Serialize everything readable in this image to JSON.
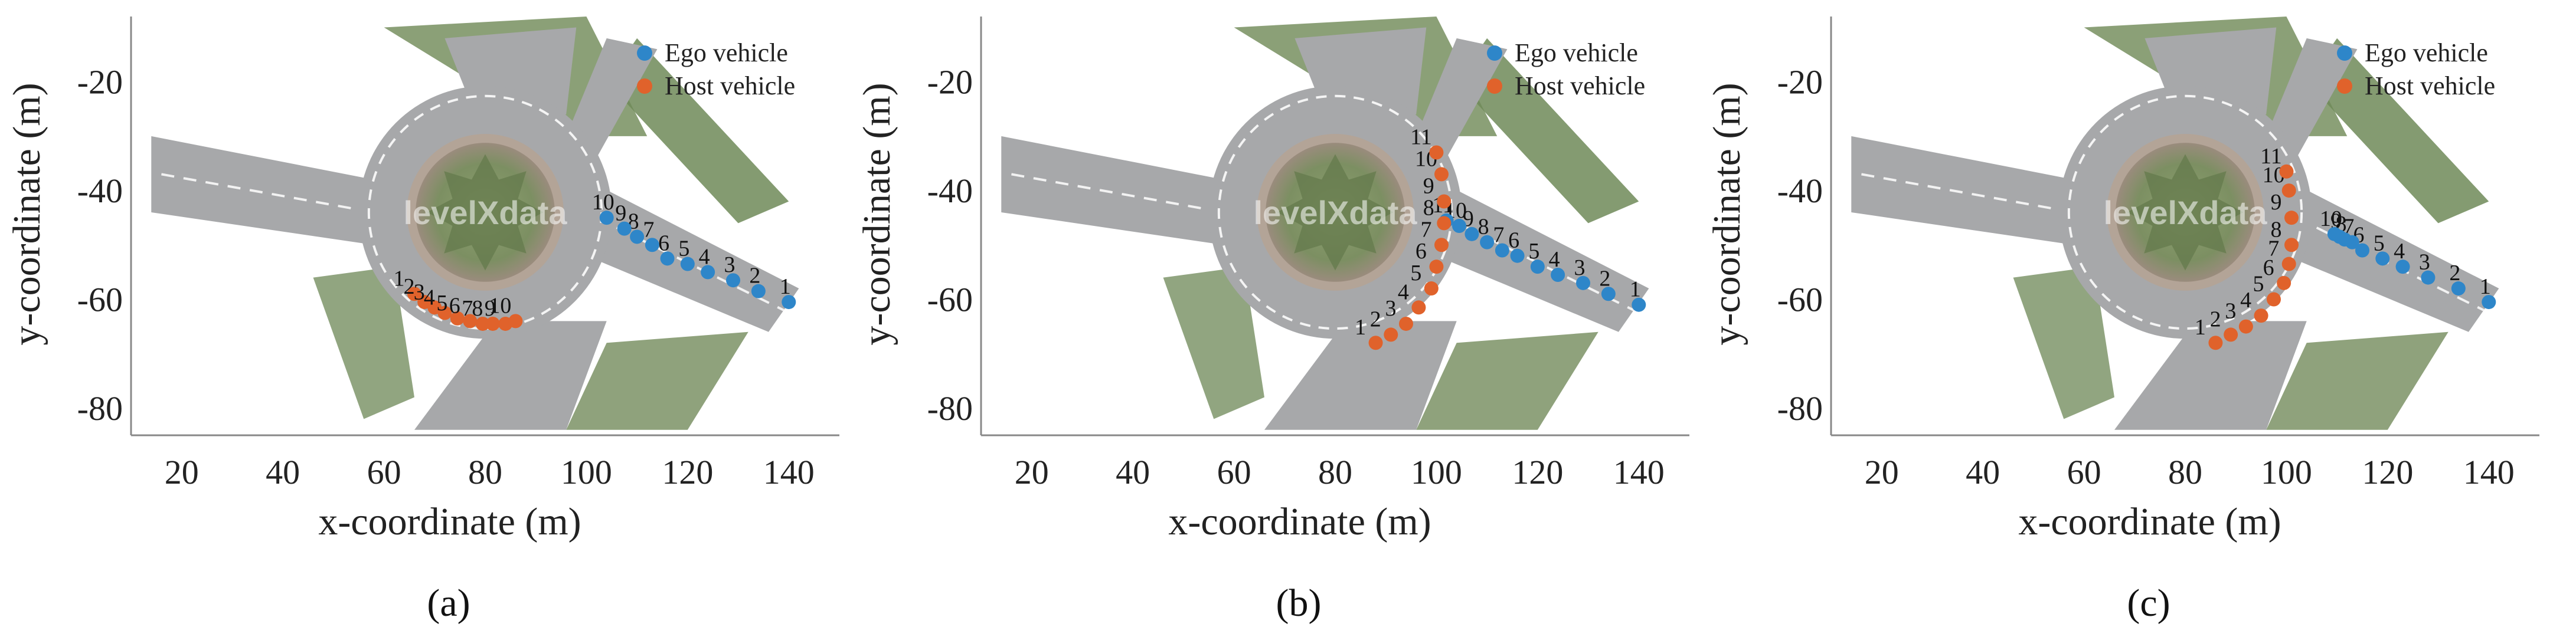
{
  "chart_data": [
    {
      "type": "scatter",
      "caption": "(a)",
      "xlabel": "x-coordinate (m)",
      "ylabel": "y-coordinate (m)",
      "xlim": [
        10,
        150
      ],
      "ylim": [
        -85,
        -8
      ],
      "xticks": [
        20,
        40,
        60,
        80,
        100,
        120,
        140
      ],
      "yticks": [
        -20,
        -40,
        -60,
        -80
      ],
      "legend_position": "top-right",
      "background": "roundabout aerial map",
      "watermark": "levelXdata",
      "series": [
        {
          "name": "Ego vehicle",
          "color": "#2e86c9",
          "points": [
            {
              "label": "1",
              "x": 140,
              "y": -60.5
            },
            {
              "label": "2",
              "x": 134,
              "y": -58.5
            },
            {
              "label": "3",
              "x": 129,
              "y": -56.5
            },
            {
              "label": "4",
              "x": 124,
              "y": -55
            },
            {
              "label": "5",
              "x": 120,
              "y": -53.5
            },
            {
              "label": "6",
              "x": 116,
              "y": -52.5
            },
            {
              "label": "7",
              "x": 113,
              "y": -50
            },
            {
              "label": "8",
              "x": 110,
              "y": -48.5
            },
            {
              "label": "9",
              "x": 107.5,
              "y": -47
            },
            {
              "label": "10",
              "x": 104,
              "y": -45
            }
          ]
        },
        {
          "name": "Host vehicle",
          "color": "#e0622b",
          "points": [
            {
              "label": "1",
              "x": 66,
              "y": -59
            },
            {
              "label": "2",
              "x": 68,
              "y": -60.5
            },
            {
              "label": "3",
              "x": 70,
              "y": -61.5
            },
            {
              "label": "4",
              "x": 72,
              "y": -62.5
            },
            {
              "label": "5",
              "x": 74.5,
              "y": -63.5
            },
            {
              "label": "6",
              "x": 77,
              "y": -64
            },
            {
              "label": "7",
              "x": 79.5,
              "y": -64.5
            },
            {
              "label": "8",
              "x": 81.5,
              "y": -64.5
            },
            {
              "label": "9",
              "x": 84,
              "y": -64.5
            },
            {
              "label": "10",
              "x": 86,
              "y": -64
            }
          ]
        }
      ]
    },
    {
      "type": "scatter",
      "caption": "(b)",
      "xlabel": "x-coordinate (m)",
      "ylabel": "y-coordinate (m)",
      "xlim": [
        10,
        150
      ],
      "ylim": [
        -85,
        -8
      ],
      "xticks": [
        20,
        40,
        60,
        80,
        100,
        120,
        140
      ],
      "yticks": [
        -20,
        -40,
        -60,
        -80
      ],
      "legend_position": "top-right",
      "background": "roundabout aerial map",
      "watermark": "levelXdata",
      "series": [
        {
          "name": "Ego vehicle",
          "color": "#2e86c9",
          "points": [
            {
              "label": "1",
              "x": 140,
              "y": -61
            },
            {
              "label": "2",
              "x": 134,
              "y": -59
            },
            {
              "label": "3",
              "x": 129,
              "y": -57
            },
            {
              "label": "4",
              "x": 124,
              "y": -55.5
            },
            {
              "label": "5",
              "x": 120,
              "y": -54
            },
            {
              "label": "6",
              "x": 116,
              "y": -52
            },
            {
              "label": "7",
              "x": 113,
              "y": -51
            },
            {
              "label": "8",
              "x": 110,
              "y": -49.5
            },
            {
              "label": "9",
              "x": 107,
              "y": -48
            },
            {
              "label": "10",
              "x": 104.5,
              "y": -46.5
            },
            {
              "label": "11",
              "x": 102,
              "y": -45.5
            }
          ]
        },
        {
          "name": "Host vehicle",
          "color": "#e0622b",
          "points": [
            {
              "label": "1",
              "x": 88,
              "y": -68
            },
            {
              "label": "2",
              "x": 91,
              "y": -66.5
            },
            {
              "label": "3",
              "x": 94,
              "y": -64.5
            },
            {
              "label": "4",
              "x": 96.5,
              "y": -61.5
            },
            {
              "label": "5",
              "x": 99,
              "y": -58
            },
            {
              "label": "6",
              "x": 100,
              "y": -54
            },
            {
              "label": "7",
              "x": 101,
              "y": -50
            },
            {
              "label": "8",
              "x": 101.5,
              "y": -46
            },
            {
              "label": "9",
              "x": 101.5,
              "y": -42
            },
            {
              "label": "10",
              "x": 101,
              "y": -37
            },
            {
              "label": "11",
              "x": 100,
              "y": -33
            }
          ]
        }
      ]
    },
    {
      "type": "scatter",
      "caption": "(c)",
      "xlabel": "x-coordinate (m)",
      "ylabel": "y-coordinate (m)",
      "xlim": [
        10,
        150
      ],
      "ylim": [
        -85,
        -8
      ],
      "xticks": [
        20,
        40,
        60,
        80,
        100,
        120,
        140
      ],
      "yticks": [
        -20,
        -40,
        -60,
        -80
      ],
      "legend_position": "top-right",
      "background": "roundabout aerial map",
      "watermark": "levelXdata",
      "series": [
        {
          "name": "Ego vehicle",
          "color": "#2e86c9",
          "points": [
            {
              "label": "1",
              "x": 140,
              "y": -60.5
            },
            {
              "label": "2",
              "x": 134,
              "y": -58
            },
            {
              "label": "3",
              "x": 128,
              "y": -56
            },
            {
              "label": "4",
              "x": 123,
              "y": -54
            },
            {
              "label": "5",
              "x": 119,
              "y": -52.5
            },
            {
              "label": "6",
              "x": 115,
              "y": -51
            },
            {
              "label": "7",
              "x": 113,
              "y": -49.5
            },
            {
              "label": "8",
              "x": 111.5,
              "y": -49
            },
            {
              "label": "9",
              "x": 110.5,
              "y": -48.5
            },
            {
              "label": "10",
              "x": 109.5,
              "y": -48
            }
          ]
        },
        {
          "name": "Host vehicle",
          "color": "#e0622b",
          "points": [
            {
              "label": "1",
              "x": 86,
              "y": -68
            },
            {
              "label": "2",
              "x": 89,
              "y": -66.5
            },
            {
              "label": "3",
              "x": 92,
              "y": -65
            },
            {
              "label": "4",
              "x": 95,
              "y": -63
            },
            {
              "label": "5",
              "x": 97.5,
              "y": -60
            },
            {
              "label": "6",
              "x": 99.5,
              "y": -57
            },
            {
              "label": "7",
              "x": 100.5,
              "y": -53.5
            },
            {
              "label": "8",
              "x": 101,
              "y": -50
            },
            {
              "label": "9",
              "x": 101,
              "y": -45
            },
            {
              "label": "10",
              "x": 100.5,
              "y": -40
            },
            {
              "label": "11",
              "x": 100,
              "y": -36.5
            }
          ]
        }
      ]
    }
  ]
}
